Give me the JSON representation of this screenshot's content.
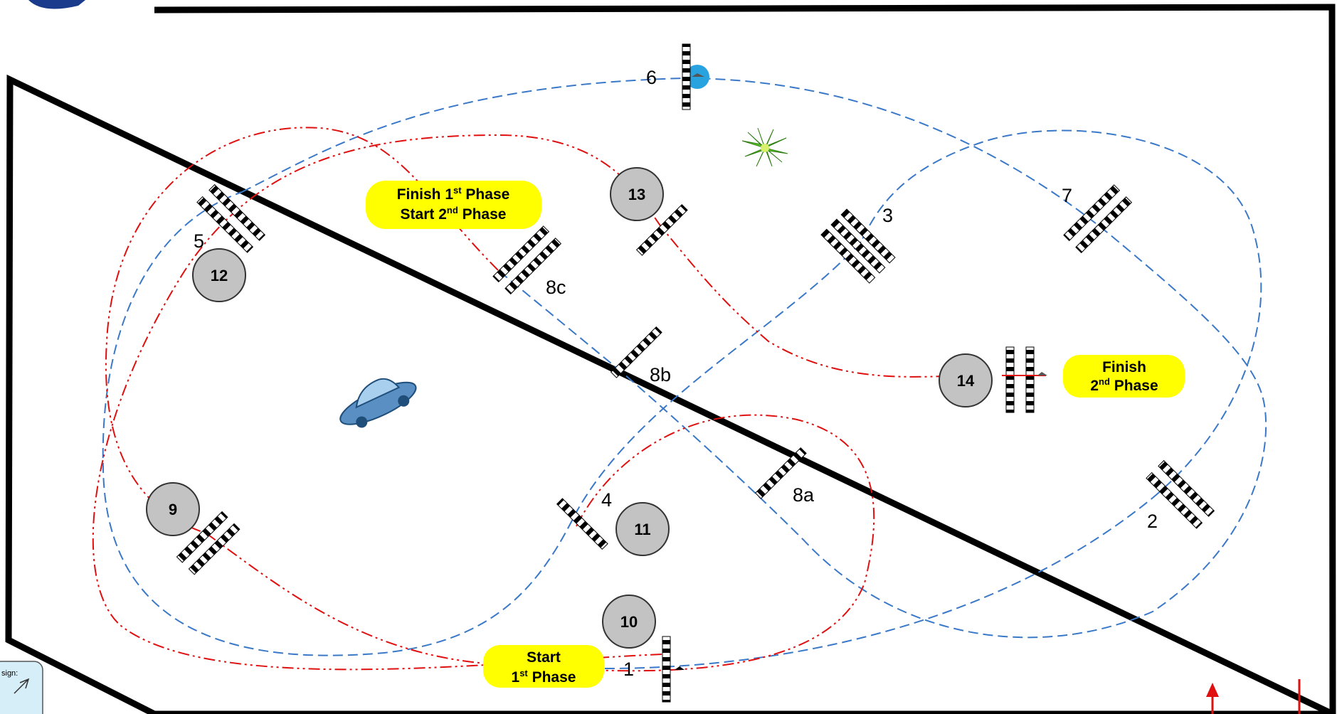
{
  "obstacle_labels": [
    "1",
    "2",
    "3",
    "4",
    "5",
    "6",
    "7",
    "8a",
    "8b",
    "8c"
  ],
  "circles": [
    "9",
    "10",
    "11",
    "12",
    "13",
    "14"
  ],
  "bubbles": {
    "start1": {
      "line1": "Start",
      "line2_a": "1",
      "line2_sup": "st",
      "line2_b": " Phase"
    },
    "finish1": {
      "line1_a": "Finish 1",
      "line1_sup": "st",
      "line1_b": " Phase",
      "line2_a": "Start 2",
      "line2_sup": "nd",
      "line2_b": " Phase"
    },
    "finish2": {
      "line1": "Finish",
      "line2_a": "2",
      "line2_sup": "nd",
      "line2_b": " Phase"
    }
  },
  "legend_partial": "sign:",
  "colors": {
    "blue_path": "#3a78c8",
    "red_path": "#e01010",
    "circle_fill": "#c3c3c3",
    "bubble_fill": "#ffff00",
    "arena_border": "#000000"
  }
}
